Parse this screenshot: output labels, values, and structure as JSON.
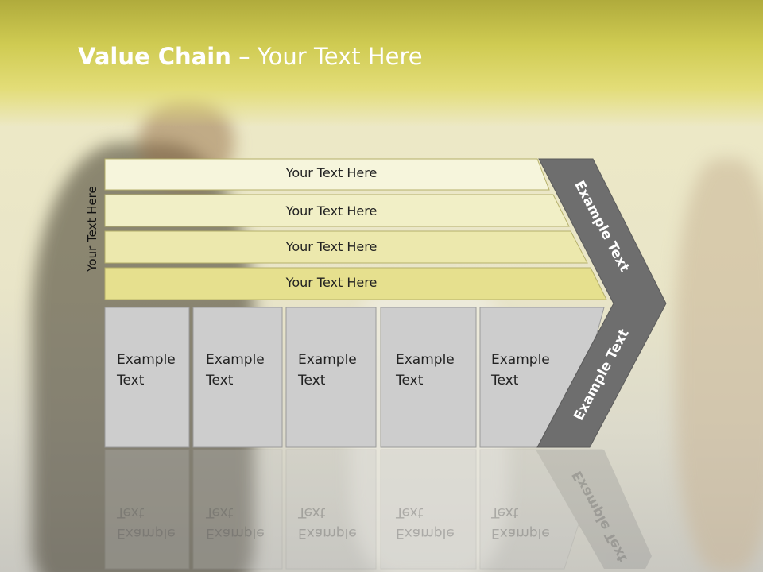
{
  "slide": {
    "title_bold": "Value Chain",
    "title_rest": " – Your Text Here",
    "side_label": "Your Text Here"
  },
  "bands": [
    {
      "label": "Your Text Here",
      "color": "#f6f5dc"
    },
    {
      "label": "Your Text Here",
      "color": "#f1efc6"
    },
    {
      "label": "Your Text Here",
      "color": "#ece8ad"
    },
    {
      "label": "Your Text Here",
      "color": "#e6e08e"
    }
  ],
  "columns": [
    {
      "line1": "Example",
      "line2": "Text"
    },
    {
      "line1": "Example",
      "line2": "Text"
    },
    {
      "line1": "Example",
      "line2": "Text"
    },
    {
      "line1": "Example",
      "line2": "Text"
    },
    {
      "line1": "Example",
      "line2": "Text"
    }
  ],
  "chevron": {
    "upper_label": "Example Text",
    "lower_label": "Example Text",
    "color": "#6e6e6e"
  },
  "colors": {
    "column_fill": "#cdcdcd",
    "column_border": "#9a9a9a",
    "band_border": "#b5b06a"
  }
}
